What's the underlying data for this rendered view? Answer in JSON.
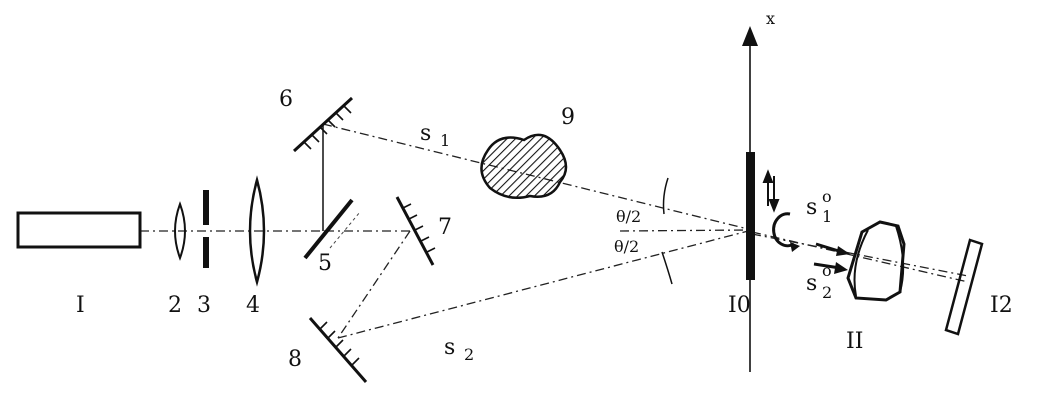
{
  "labels": {
    "laser": "I",
    "lens_2": "2",
    "slit_3": "3",
    "lens_4": "4",
    "splitter_5": "5",
    "mirror_6": "6",
    "mirror_7": "7",
    "mirror_8": "8",
    "object_9": "9",
    "plate_10": "I0",
    "lens_11": "II",
    "screen_12": "I2",
    "axis_x": "x",
    "beam_s1": "s",
    "beam_s1_sub": "1",
    "beam_s2": "s",
    "beam_s2_sub": "2",
    "theta_upper": "θ/2",
    "theta_lower": "θ/2",
    "s1_prime": "s",
    "s1_prime_sup": "o",
    "s1_prime_sub": "1",
    "s2_prime": "s",
    "s2_prime_sup": "o",
    "s2_prime_sub": "2"
  }
}
